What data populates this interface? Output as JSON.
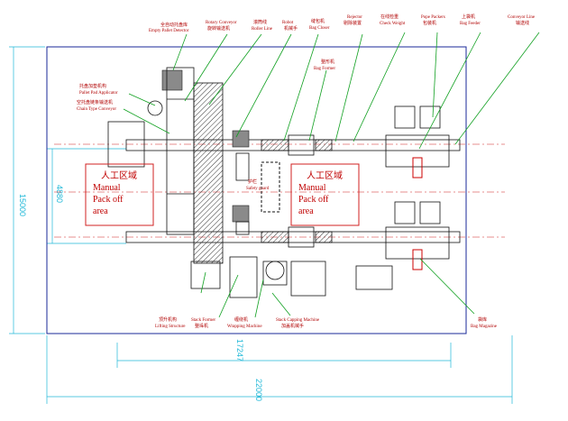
{
  "labels": {
    "empty_pallet_detector": {
      "cn": "全自动托盘库",
      "en": "Empty Pallet Detector"
    },
    "rotary_conveyor": {
      "cn": "Rotary Conveyor",
      "en": "旋转输送机"
    },
    "roller_line": {
      "cn": "滚筒线",
      "en": "Roller Line"
    },
    "robot": {
      "cn": "Robot",
      "en": "机械手"
    },
    "bag_closer": {
      "cn": "缝包机",
      "en": "Bag Closer"
    },
    "rejector": {
      "cn": "Rejector",
      "en": "剔除装置"
    },
    "check_weight": {
      "cn": "在线检重",
      "en": "Check Weight"
    },
    "pope_packers": {
      "cn": "Pope Packers",
      "en": "包装机"
    },
    "bag_feeder": {
      "cn": "上袋机",
      "en": "Bag Feeder"
    },
    "conveyor_line": {
      "cn": "Conveyor Line",
      "en": "输送线"
    },
    "bag_former": {
      "cn": "整形机",
      "en": "Bag Former"
    },
    "pallet_pad_applicator": {
      "cn": "托盘加垫机构",
      "en": "Pallet Pad Applicator"
    },
    "chain_type_conveyor": {
      "cn": "空托盘链条输送机",
      "en": "Chain Type Conveyor"
    },
    "safety_guard": {
      "cn": "护栏",
      "en": "Safety guard"
    },
    "lifting_structure": {
      "cn": "顶升机构",
      "en": "Lifting Structure"
    },
    "stack_former": {
      "cn": "Stack Former",
      "en": "整垛机"
    },
    "wrapping_machine": {
      "cn": "缠绕机",
      "en": "Wrapping Machine"
    },
    "stack_capping_machine": {
      "cn": "Stack Capping Machine",
      "en": "加盖机械手"
    },
    "bag_magazine": {
      "cn": "袋库",
      "en": "Bag Magazine"
    }
  },
  "zones": [
    {
      "cn": "人工区域",
      "line1": "Manual",
      "line2": "Pack off",
      "line3": "area"
    },
    {
      "cn": "人工区域",
      "line1": "Manual",
      "line2": "Pack off",
      "line3": "area"
    }
  ],
  "dimensions": {
    "total_height": "15000",
    "zone_height": "4880",
    "inner_width": "17247",
    "total_width": "22000"
  }
}
